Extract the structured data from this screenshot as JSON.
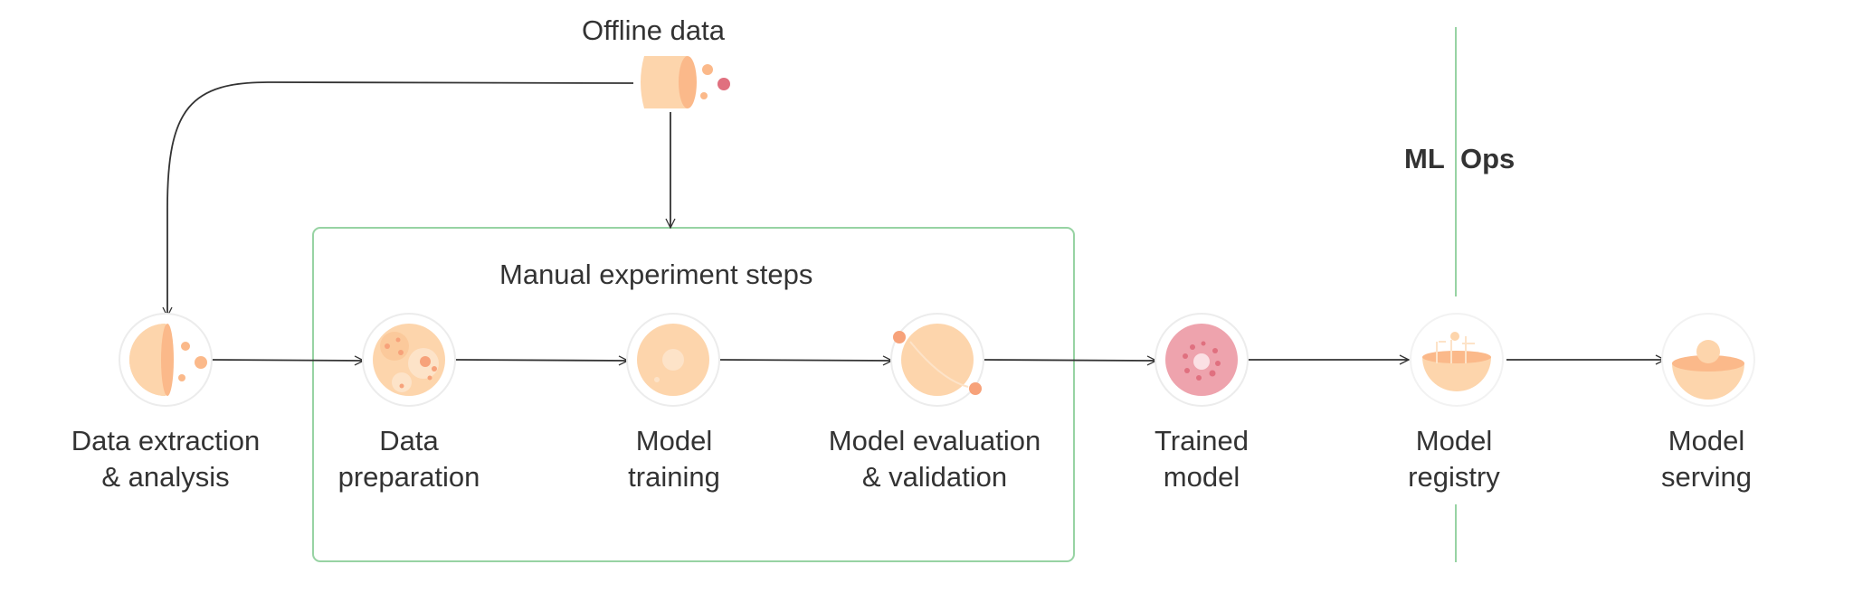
{
  "offline_data": {
    "label": "Offline data"
  },
  "experiment_box": {
    "title": "Manual experiment steps"
  },
  "mlops": {
    "left": "ML",
    "right": "Ops"
  },
  "steps": [
    {
      "id": "data-extraction",
      "line1": "Data extraction",
      "line2": "& analysis"
    },
    {
      "id": "data-preparation",
      "line1": "Data",
      "line2": "preparation"
    },
    {
      "id": "model-training",
      "line1": "Model",
      "line2": "training"
    },
    {
      "id": "model-evaluation",
      "line1": "Model evaluation",
      "line2": "& validation"
    },
    {
      "id": "trained-model",
      "line1": "Trained",
      "line2": "model"
    },
    {
      "id": "model-registry",
      "line1": "Model",
      "line2": "registry"
    },
    {
      "id": "model-serving",
      "line1": "Model",
      "line2": "serving"
    }
  ],
  "colors": {
    "peach": "#fdd5ac",
    "peach_dark": "#fbb98a",
    "orange_dot": "#f7a27a",
    "pink": "#eea3ad",
    "pink_dark": "#e0707f",
    "box_border": "#97d3a3",
    "line": "#333333"
  }
}
